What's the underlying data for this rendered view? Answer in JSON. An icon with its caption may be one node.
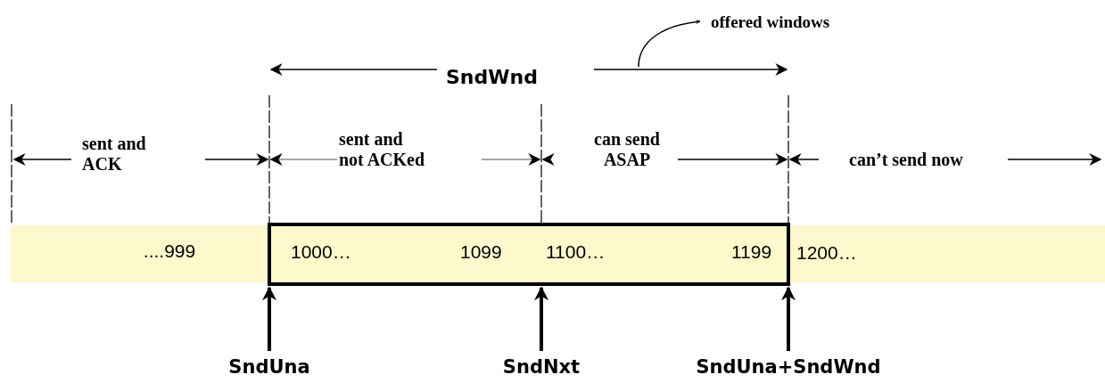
{
  "diagram": {
    "nodes": [
      {
        "text": [
          "1000…",
          "1099",
          "1100…",
          "1199"
        ]
      },
      {
        "text": [
          "SndUna"
        ]
      },
      {
        "text": [
          "SndNxt"
        ]
      },
      {
        "text": [
          "SndUna+SndWnd"
        ]
      },
      {
        "text": [
          "offered windows"
        ]
      }
    ],
    "edges": [
      {
        "from": 1,
        "to": 0,
        "arrow": "to"
      },
      {
        "from": 2,
        "to": 0,
        "arrow": "to"
      },
      {
        "from": 3,
        "to": 0,
        "arrow": "to"
      },
      {
        "from": null,
        "to": 4,
        "arrow": "to"
      }
    ],
    "labels": [
      "SndWnd",
      "sent and ACK",
      "sent and not ACKed",
      "can send ASAP",
      "can’t send now",
      "....999",
      "1200…"
    ]
  }
}
